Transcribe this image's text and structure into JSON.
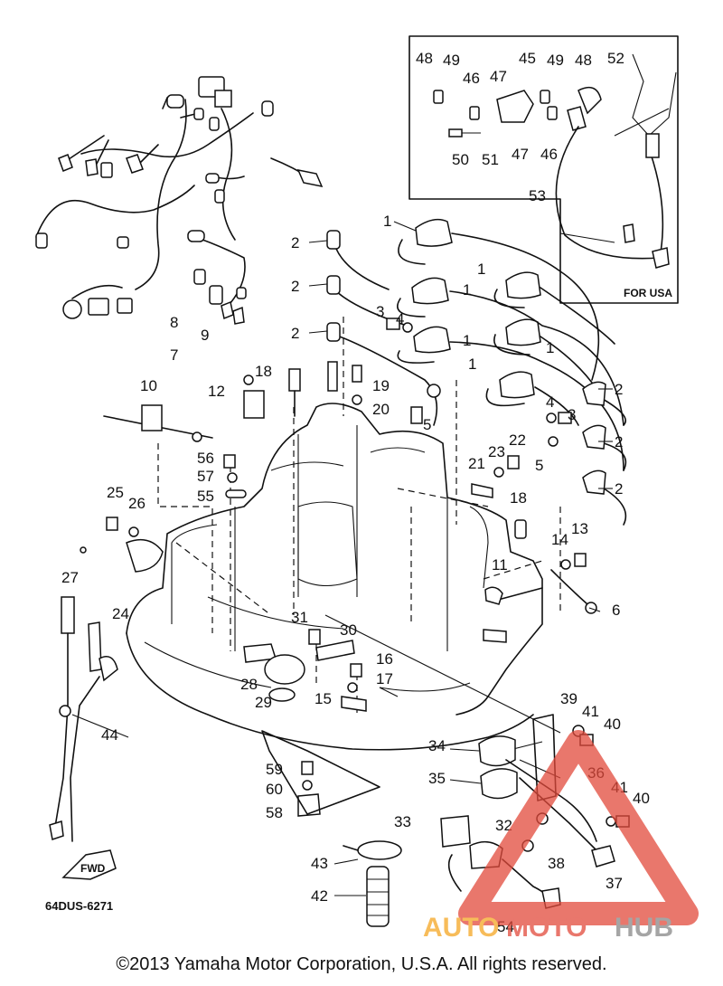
{
  "diagram": {
    "code": "64DUS-6271",
    "inset_label": "FOR USA",
    "arrow_label": "FWD",
    "labels": [
      {
        "id": "l48a",
        "text": "48"
      },
      {
        "id": "l49a",
        "text": "49"
      },
      {
        "id": "l46a",
        "text": "46"
      },
      {
        "id": "l47a",
        "text": "47"
      },
      {
        "id": "l45",
        "text": "45"
      },
      {
        "id": "l49b",
        "text": "49"
      },
      {
        "id": "l48b",
        "text": "48"
      },
      {
        "id": "l52",
        "text": "52"
      },
      {
        "id": "l50",
        "text": "50"
      },
      {
        "id": "l51",
        "text": "51"
      },
      {
        "id": "l47b",
        "text": "47"
      },
      {
        "id": "l46b",
        "text": "46"
      },
      {
        "id": "l53",
        "text": "53"
      },
      {
        "id": "l1a",
        "text": "1"
      },
      {
        "id": "l1b",
        "text": "1"
      },
      {
        "id": "l1c",
        "text": "1"
      },
      {
        "id": "l1d",
        "text": "1"
      },
      {
        "id": "l1e",
        "text": "1"
      },
      {
        "id": "l1f",
        "text": "1"
      },
      {
        "id": "l2a",
        "text": "2"
      },
      {
        "id": "l2b",
        "text": "2"
      },
      {
        "id": "l2c",
        "text": "2"
      },
      {
        "id": "l2d",
        "text": "2"
      },
      {
        "id": "l2e",
        "text": "2"
      },
      {
        "id": "l2f",
        "text": "2"
      },
      {
        "id": "l3a",
        "text": "3"
      },
      {
        "id": "l4a",
        "text": "4"
      },
      {
        "id": "l4b",
        "text": "4"
      },
      {
        "id": "l3b",
        "text": "3"
      },
      {
        "id": "l5a",
        "text": "5"
      },
      {
        "id": "l5b",
        "text": "5"
      },
      {
        "id": "l8",
        "text": "8"
      },
      {
        "id": "l9",
        "text": "9"
      },
      {
        "id": "l7",
        "text": "7"
      },
      {
        "id": "l10",
        "text": "10"
      },
      {
        "id": "l12",
        "text": "12"
      },
      {
        "id": "l18a",
        "text": "18"
      },
      {
        "id": "l19",
        "text": "19"
      },
      {
        "id": "l20",
        "text": "20"
      },
      {
        "id": "l56",
        "text": "56"
      },
      {
        "id": "l57",
        "text": "57"
      },
      {
        "id": "l55",
        "text": "55"
      },
      {
        "id": "l23",
        "text": "23"
      },
      {
        "id": "l22",
        "text": "22"
      },
      {
        "id": "l21",
        "text": "21"
      },
      {
        "id": "l25",
        "text": "25"
      },
      {
        "id": "l26",
        "text": "26"
      },
      {
        "id": "l27",
        "text": "27"
      },
      {
        "id": "l24",
        "text": "24"
      },
      {
        "id": "l18b",
        "text": "18"
      },
      {
        "id": "l14",
        "text": "14"
      },
      {
        "id": "l13",
        "text": "13"
      },
      {
        "id": "l11",
        "text": "11"
      },
      {
        "id": "l6",
        "text": "6"
      },
      {
        "id": "l31",
        "text": "31"
      },
      {
        "id": "l30",
        "text": "30"
      },
      {
        "id": "l16",
        "text": "16"
      },
      {
        "id": "l17",
        "text": "17"
      },
      {
        "id": "l28",
        "text": "28"
      },
      {
        "id": "l29",
        "text": "29"
      },
      {
        "id": "l15",
        "text": "15"
      },
      {
        "id": "l44",
        "text": "44"
      },
      {
        "id": "l39",
        "text": "39"
      },
      {
        "id": "l41a",
        "text": "41"
      },
      {
        "id": "l40a",
        "text": "40"
      },
      {
        "id": "l34",
        "text": "34"
      },
      {
        "id": "l36",
        "text": "36"
      },
      {
        "id": "l41b",
        "text": "41"
      },
      {
        "id": "l40b",
        "text": "40"
      },
      {
        "id": "l35",
        "text": "35"
      },
      {
        "id": "l59",
        "text": "59"
      },
      {
        "id": "l60",
        "text": "60"
      },
      {
        "id": "l58",
        "text": "58"
      },
      {
        "id": "l33",
        "text": "33"
      },
      {
        "id": "l32",
        "text": "32"
      },
      {
        "id": "l38",
        "text": "38"
      },
      {
        "id": "l37",
        "text": "37"
      },
      {
        "id": "l43",
        "text": "43"
      },
      {
        "id": "l42",
        "text": "42"
      },
      {
        "id": "l54",
        "text": "54"
      }
    ]
  },
  "watermark": {
    "part1": "AUTO",
    "part2": "MOTO",
    "part3": "HUB",
    "color_orange": "#f5a623",
    "color_red": "#e24a3b",
    "color_gray": "#888888"
  },
  "copyright": "©2013 Yamaha Motor Corporation, U.S.A. All rights reserved."
}
